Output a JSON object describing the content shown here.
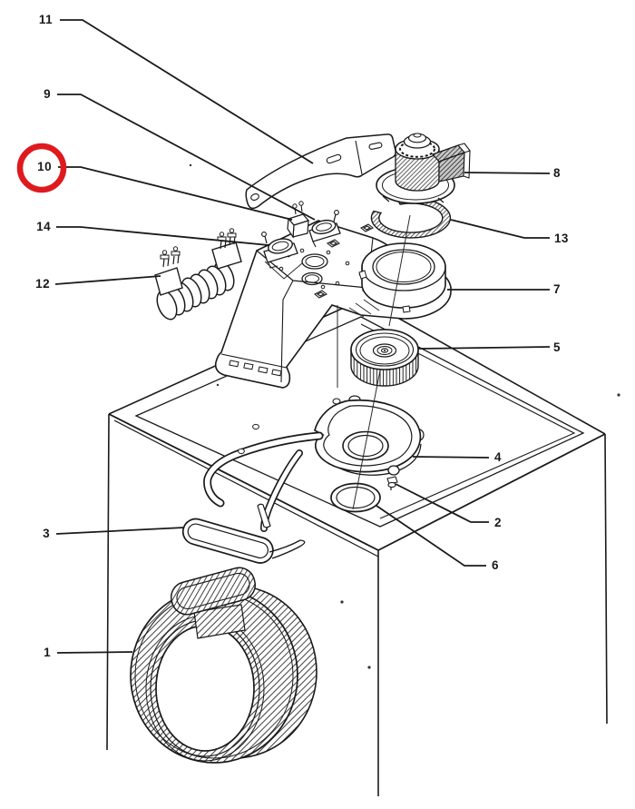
{
  "diagram": {
    "kind": "exploded parts diagram",
    "background": "#ffffff",
    "ink_color": "#1a1a1a"
  },
  "callouts": [
    {
      "label": "11"
    },
    {
      "label": "9"
    },
    {
      "label": "10"
    },
    {
      "label": "14"
    },
    {
      "label": "12"
    },
    {
      "label": "3"
    },
    {
      "label": "1"
    },
    {
      "label": "8"
    },
    {
      "label": "13"
    },
    {
      "label": "7"
    },
    {
      "label": "5"
    },
    {
      "label": "4"
    },
    {
      "label": "2"
    },
    {
      "label": "6"
    }
  ],
  "annotation": {
    "shape": "circle",
    "around_label": "10",
    "color": "#de1a1e"
  }
}
